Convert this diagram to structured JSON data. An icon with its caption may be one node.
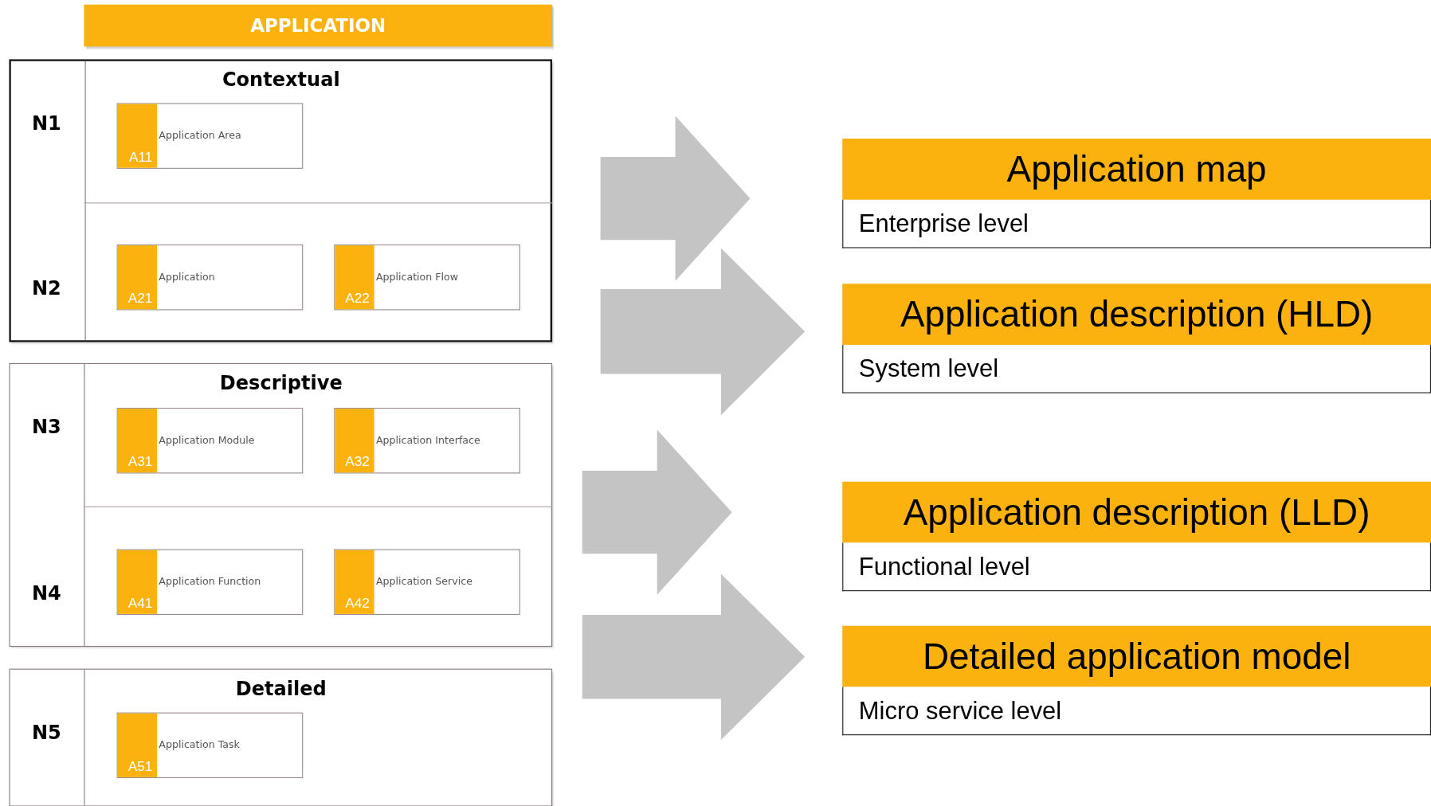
{
  "diagram": {
    "nodes": [
      {
        "text": [
          "APPLICATION"
        ]
      },
      {
        "text": [
          "N1",
          "Contextual"
        ]
      },
      {
        "text": [
          "A11",
          "Application Area"
        ],
        "in": 1
      },
      {
        "text": [
          "N2"
        ]
      },
      {
        "text": [
          "A21",
          "Application"
        ],
        "in": 3
      },
      {
        "text": [
          "A22",
          "Application Flow"
        ],
        "in": 3
      },
      {
        "text": [
          "N3",
          "Descriptive"
        ]
      },
      {
        "text": [
          "A31",
          "Application Module"
        ],
        "in": 6
      },
      {
        "text": [
          "A32",
          "Application Interface"
        ],
        "in": 6
      },
      {
        "text": [
          "N4"
        ]
      },
      {
        "text": [
          "A41",
          "Application Function"
        ],
        "in": 9
      },
      {
        "text": [
          "A42",
          "Application Service"
        ],
        "in": 9
      },
      {
        "text": [
          "N5",
          "Detailed"
        ]
      },
      {
        "text": [
          "A51",
          "Application Task"
        ],
        "in": 12
      },
      {
        "text": [
          "Application map",
          "Enterprise level"
        ]
      },
      {
        "text": [
          "Application description (HLD)",
          "System level"
        ]
      },
      {
        "text": [
          "Application description (LLD)",
          "Functional level"
        ]
      },
      {
        "text": [
          "Detailed application model",
          "Micro service level"
        ]
      }
    ]
  }
}
